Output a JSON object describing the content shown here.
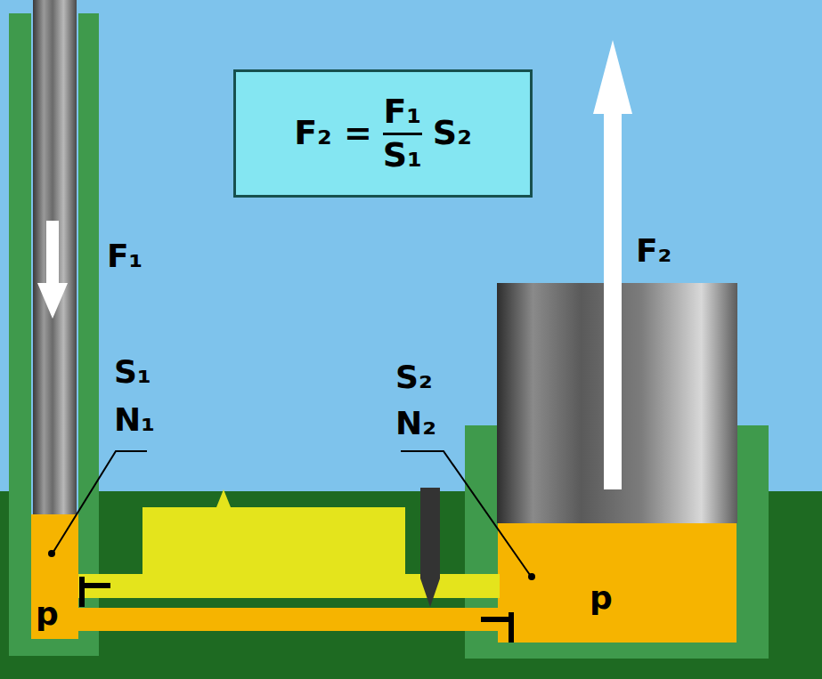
{
  "diagram": {
    "nodes": [
      {
        "text": [
          "F₂ =",
          "F₁",
          "S₁",
          "S₂"
        ]
      }
    ],
    "labels": [
      "F₁",
      "S₁",
      "N₁",
      "S₂",
      "N₂",
      "F₂",
      "p",
      "p"
    ]
  }
}
